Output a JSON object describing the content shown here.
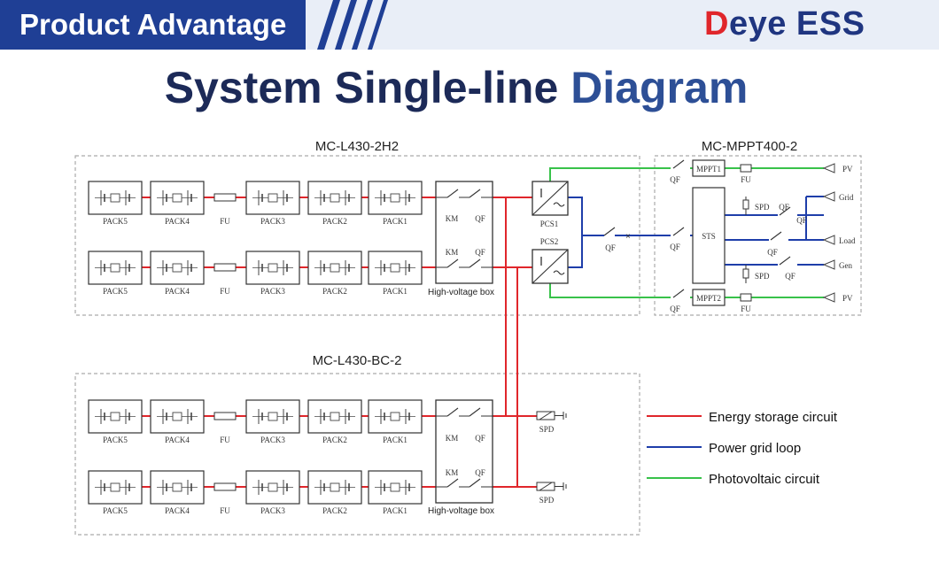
{
  "header": {
    "banner_title": "Product Advantage",
    "logo": {
      "mark": "D",
      "rest": "eye ESS"
    },
    "headline": {
      "part1": "System Single-line",
      "part2": "Diagram"
    }
  },
  "colors": {
    "energy_storage": "#e0262b",
    "power_grid": "#1e3eaa",
    "photovoltaic": "#38c24a",
    "banner": "#1f3f95"
  },
  "sections": {
    "top_cabinet": "MC-L430-2H2",
    "bottom_cabinet": "MC-L430-BC-2",
    "mppt_cabinet": "MC-MPPT400-2"
  },
  "labels": {
    "pack5": "PACK5",
    "pack4": "PACK4",
    "pack3": "PACK3",
    "pack2": "PACK2",
    "pack1": "PACK1",
    "fuse": "FU",
    "km": "KM",
    "qf": "QF",
    "hv_box": "High-voltage box",
    "pcs1": "PCS1",
    "pcs2": "PCS2",
    "sts": "STS",
    "spd": "SPD",
    "mppt1": "MPPT1",
    "mppt2": "MPPT2",
    "pv": "PV",
    "grid": "Grid",
    "load": "Load",
    "gen": "Gen"
  },
  "legend": [
    {
      "label": "Energy storage circuit",
      "color": "#e0262b"
    },
    {
      "label": "Power grid loop",
      "color": "#1e3eaa"
    },
    {
      "label": "Photovoltaic circuit",
      "color": "#38c24a"
    }
  ]
}
